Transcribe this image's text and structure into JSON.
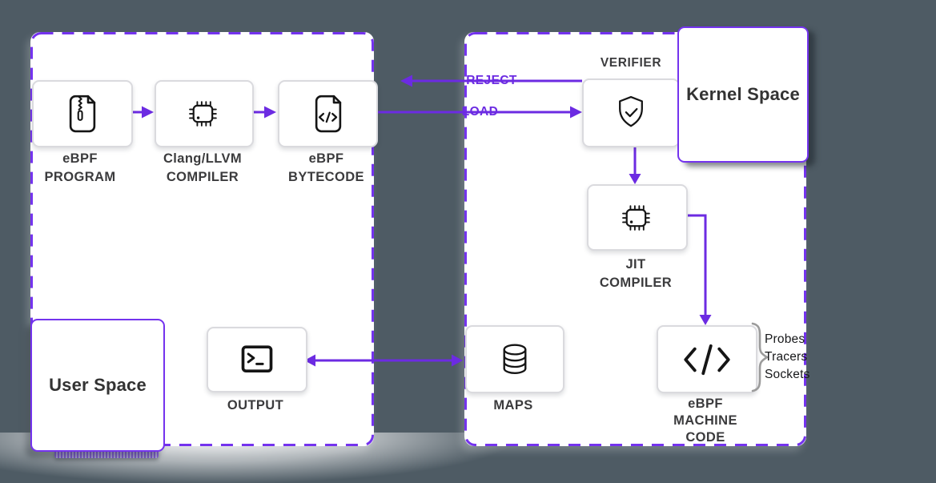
{
  "colors": {
    "bg": "#4E5B64",
    "purple": "#7433EE",
    "arrow": "#6C2BE2",
    "border": "#DADADE",
    "label": "#3B3B3D",
    "dark": "#333333",
    "probes": "#17181A",
    "bracket": "#9B9B9B"
  },
  "diagram": {
    "user_space": {
      "label": "User Space",
      "nodes": {
        "ebpf_program": {
          "icon": "zip-file-icon",
          "label_lines": [
            "eBPF",
            "PROGRAM"
          ]
        },
        "clang_llvm": {
          "icon": "chip-icon",
          "label_lines": [
            "Clang/LLVM",
            "COMPILER"
          ]
        },
        "ebpf_bytecode": {
          "icon": "code-file-icon",
          "label_lines": [
            "eBPF",
            "BYTECODE"
          ]
        },
        "output": {
          "icon": "terminal-icon",
          "label_lines": [
            "OUTPUT"
          ]
        }
      }
    },
    "kernel_space": {
      "label": "Kernel Space",
      "nodes": {
        "verifier": {
          "icon": "shield-check-icon",
          "label": "VERIFIER"
        },
        "jit_compiler": {
          "icon": "chip-icon",
          "label_lines": [
            "JIT",
            "COMPILER"
          ]
        },
        "maps": {
          "icon": "database-icon",
          "label_lines": [
            "MAPS"
          ]
        },
        "machine_code": {
          "icon": "code-icon",
          "label_lines": [
            "eBPF",
            "MACHINE",
            "CODE"
          ]
        }
      },
      "attach_points": [
        "Probes",
        "Tracers",
        "Sockets"
      ]
    },
    "edges": {
      "load": "LOAD",
      "reject": "REJECT"
    }
  }
}
